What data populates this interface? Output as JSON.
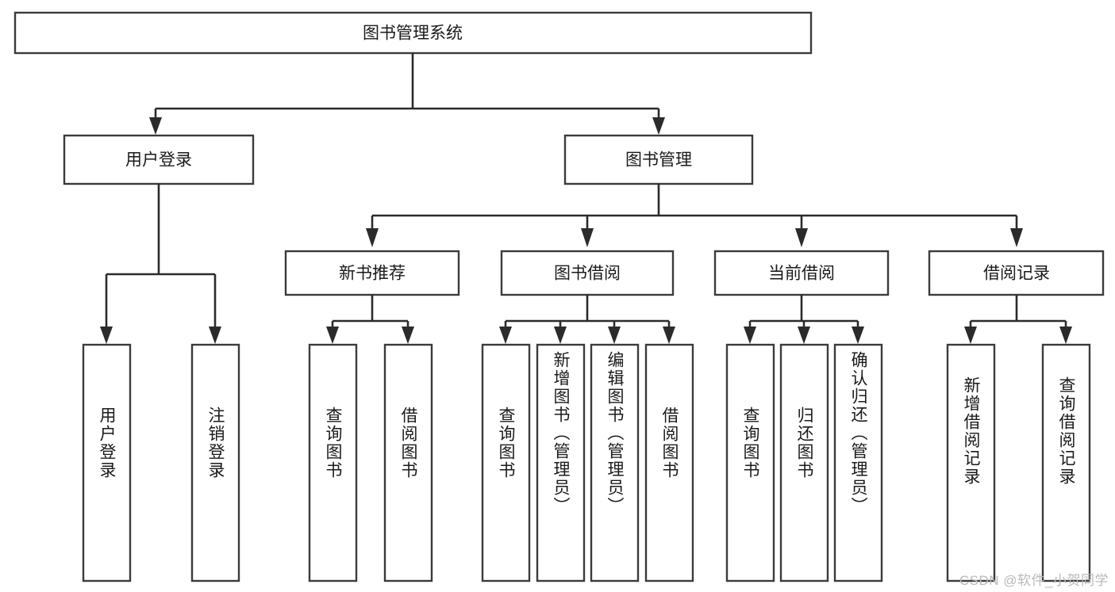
{
  "diagram": {
    "title": "图书管理系统",
    "type": "tree",
    "root": {
      "id": "root",
      "label": "图书管理系统",
      "orientation": "horizontal"
    },
    "level2": [
      {
        "id": "user-login",
        "label": "用户登录",
        "orientation": "horizontal"
      },
      {
        "id": "book-management",
        "label": "图书管理",
        "orientation": "horizontal"
      }
    ],
    "level3": [
      {
        "id": "new-book-recommend",
        "label": "新书推荐",
        "orientation": "horizontal",
        "parent": "book-management"
      },
      {
        "id": "book-borrow",
        "label": "图书借阅",
        "orientation": "horizontal",
        "parent": "book-management"
      },
      {
        "id": "current-borrow",
        "label": "当前借阅",
        "orientation": "horizontal",
        "parent": "book-management"
      },
      {
        "id": "borrow-record",
        "label": "借阅记录",
        "orientation": "horizontal",
        "parent": "book-management"
      }
    ],
    "leaves": [
      {
        "id": "leaf-user-login",
        "label": "用户登录",
        "orientation": "vertical",
        "parent": "user-login"
      },
      {
        "id": "leaf-logout",
        "label": "注销登录",
        "orientation": "vertical",
        "parent": "user-login"
      },
      {
        "id": "leaf-query-book-1",
        "label": "查询图书",
        "orientation": "vertical",
        "parent": "new-book-recommend"
      },
      {
        "id": "leaf-borrow-book-1",
        "label": "借阅图书",
        "orientation": "vertical",
        "parent": "new-book-recommend"
      },
      {
        "id": "leaf-query-book-2",
        "label": "查询图书",
        "orientation": "vertical",
        "parent": "book-borrow"
      },
      {
        "id": "leaf-add-book",
        "label": "新增图书（管理员）",
        "orientation": "vertical",
        "parent": "book-borrow"
      },
      {
        "id": "leaf-edit-book",
        "label": "编辑图书（管理员）",
        "orientation": "vertical",
        "parent": "book-borrow"
      },
      {
        "id": "leaf-borrow-book-2",
        "label": "借阅图书",
        "orientation": "vertical",
        "parent": "book-borrow"
      },
      {
        "id": "leaf-query-book-3",
        "label": "查询图书",
        "orientation": "vertical",
        "parent": "current-borrow"
      },
      {
        "id": "leaf-return-book",
        "label": "归还图书",
        "orientation": "vertical",
        "parent": "current-borrow"
      },
      {
        "id": "leaf-confirm-return",
        "label": "确认归还（管理员）",
        "orientation": "vertical",
        "parent": "current-borrow"
      },
      {
        "id": "leaf-add-record",
        "label": "新增借阅记录",
        "orientation": "vertical",
        "parent": "borrow-record"
      },
      {
        "id": "leaf-query-record",
        "label": "查询借阅记录",
        "orientation": "vertical",
        "parent": "borrow-record"
      }
    ]
  },
  "watermark": {
    "text": "CSDN @软件_小贺同学"
  },
  "colors": {
    "box_stroke": "#3b3b3b",
    "connector": "#2b2b2b",
    "text": "#1a1a1a",
    "background": "#ffffff",
    "watermark": "#b9b9b9"
  }
}
